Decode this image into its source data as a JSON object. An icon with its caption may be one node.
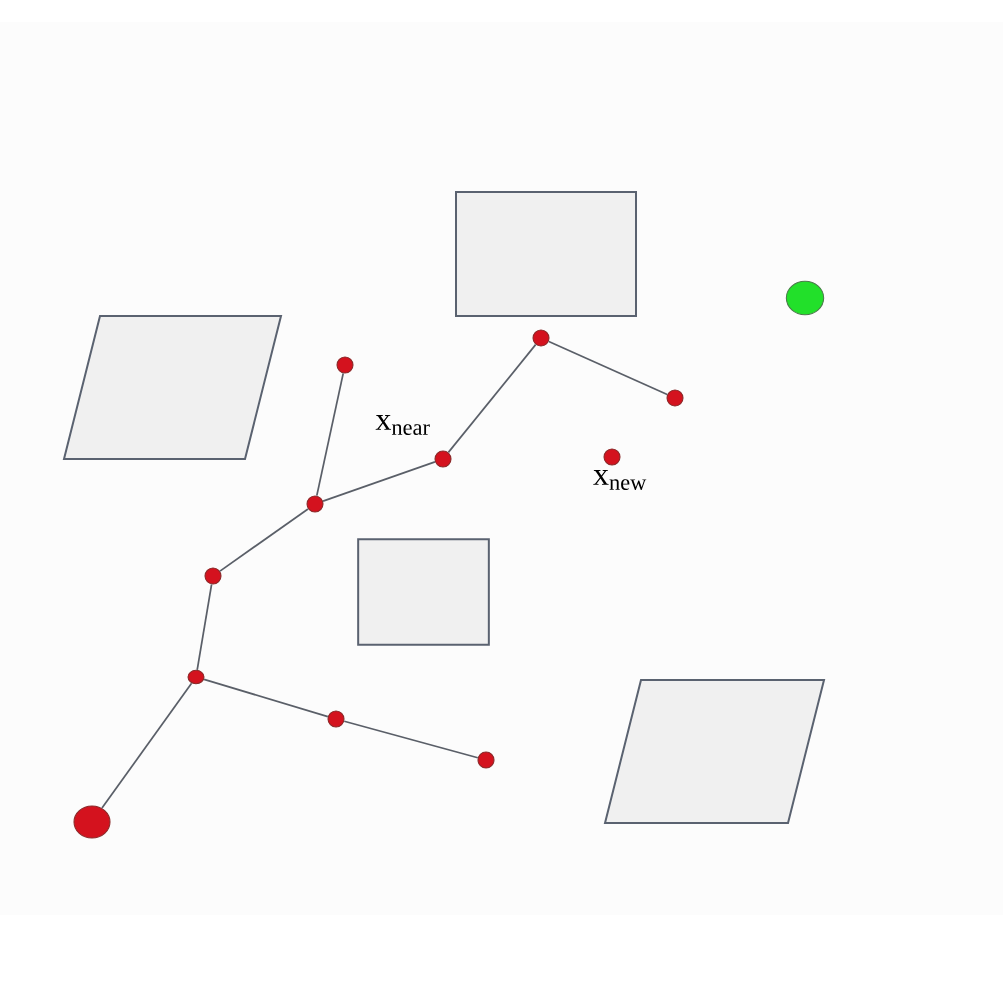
{
  "diagram": {
    "nodes": [
      {
        "text": [],
        "shape": "circle"
      },
      {
        "text": [],
        "shape": "circle"
      },
      {
        "text": [],
        "shape": "circle"
      },
      {
        "text": [],
        "shape": "circle"
      },
      {
        "text": [],
        "shape": "circle"
      },
      {
        "text": [],
        "shape": "circle",
        "beside": [
          "x$_{near}$"
        ]
      },
      {
        "text": [],
        "shape": "circle"
      },
      {
        "text": [],
        "shape": "circle"
      },
      {
        "text": [],
        "shape": "circle"
      },
      {
        "text": [],
        "shape": "circle"
      },
      {
        "text": [],
        "shape": "circle",
        "beside": [
          "x$_{new}$"
        ]
      },
      {
        "text": [],
        "shape": "circle"
      },
      {
        "text": [],
        "shape": "box"
      },
      {
        "text": [],
        "shape": "parallelogram"
      },
      {
        "text": [],
        "shape": "box"
      },
      {
        "text": [],
        "shape": "parallelogram"
      }
    ],
    "edges": [
      {
        "from": 0,
        "to": 1,
        "arrow": "none"
      },
      {
        "from": 1,
        "to": 2,
        "arrow": "none"
      },
      {
        "from": 2,
        "to": 3,
        "arrow": "none"
      },
      {
        "from": 3,
        "to": 4,
        "arrow": "none"
      },
      {
        "from": 3,
        "to": 5,
        "arrow": "none"
      },
      {
        "from": 5,
        "to": 6,
        "arrow": "none"
      },
      {
        "from": 6,
        "to": 7,
        "arrow": "none"
      },
      {
        "from": 1,
        "to": 8,
        "arrow": "none"
      },
      {
        "from": 8,
        "to": 9,
        "arrow": "none"
      }
    ]
  }
}
